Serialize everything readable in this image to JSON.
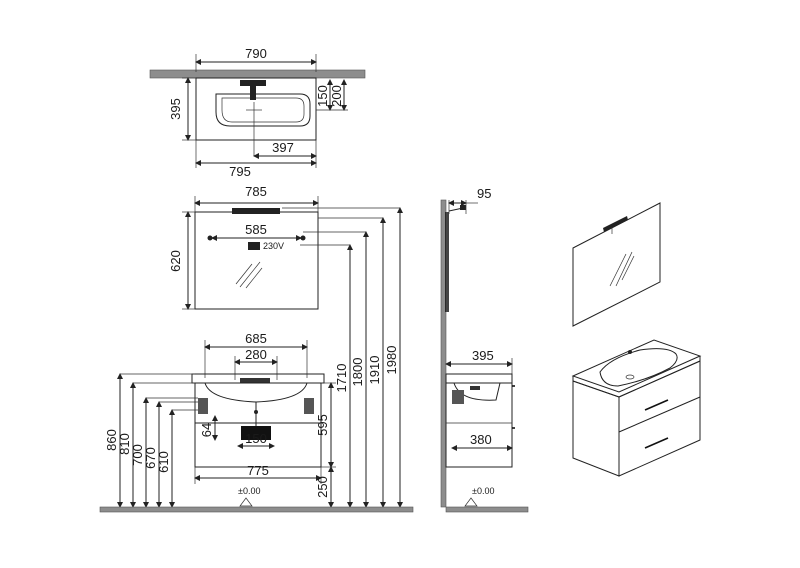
{
  "dimensions": {
    "top_width": "790",
    "top_depth": "395",
    "top_bowl_150": "150",
    "top_bowl_200": "200",
    "top_tap_397": "397",
    "top_bottom_795": "795",
    "mirror_width": "785",
    "mirror_holes": "585",
    "mirror_height": "620",
    "side_lamp": "95",
    "cabinet_basin": "685",
    "cabinet_inner": "280",
    "cabinet_width": "775",
    "cabinet_height": "595",
    "cabinet_floor": "250",
    "drawer_64": "64",
    "drawer_150": "150",
    "h_860": "860",
    "h_810": "810",
    "h_700": "700",
    "h_670": "670",
    "h_610": "610",
    "h_1710": "1710",
    "h_1800": "1800",
    "h_1910": "1910",
    "h_1980": "1980",
    "side_depth": "395",
    "side_inner": "380",
    "floor_front": "±0.00",
    "floor_side": "±0.00",
    "outlet_label": "230V"
  }
}
